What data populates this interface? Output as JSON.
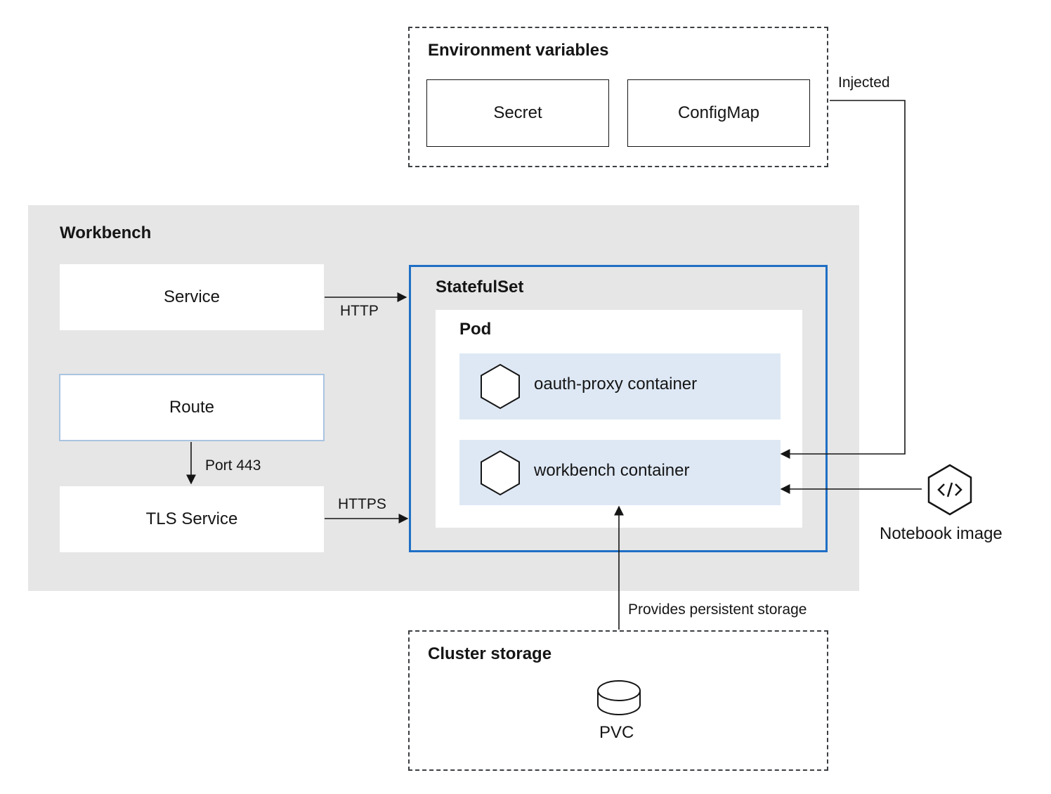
{
  "env": {
    "title": "Environment variables",
    "secret": "Secret",
    "configmap": "ConfigMap",
    "injected": "Injected"
  },
  "workbench": {
    "title": "Workbench",
    "service": "Service",
    "route": "Route",
    "tls_service": "TLS Service",
    "http": "HTTP",
    "https": "HTTPS",
    "port": "Port 443"
  },
  "statefulset": {
    "title": "StatefulSet",
    "pod": {
      "title": "Pod",
      "oauth": "oauth-proxy container",
      "workbench_container": "workbench container"
    }
  },
  "notebook": {
    "label": "Notebook image",
    "icon": "code-icon"
  },
  "storage": {
    "title": "Cluster storage",
    "pvc": "PVC",
    "provides": "Provides persistent storage"
  },
  "colors": {
    "workbench_bg": "#e6e6e6",
    "statefulset_border": "#1f6fc5",
    "container_bg": "#dee8f5",
    "route_border": "#a9c4e0"
  }
}
